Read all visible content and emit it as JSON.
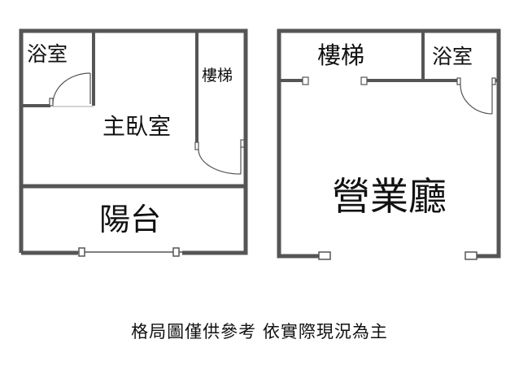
{
  "colors": {
    "wall": "#555555",
    "door": "#555555",
    "text": "#111111",
    "background": "#ffffff"
  },
  "left_unit": {
    "rooms": {
      "bathroom": "浴室",
      "master_bedroom": "主臥室",
      "stairs": "樓梯",
      "balcony": "陽台"
    }
  },
  "right_unit": {
    "rooms": {
      "stairs": "樓梯",
      "bathroom": "浴室",
      "business_hall": "營業廳"
    }
  },
  "caption": "格局圖僅供參考 依實際現況為主"
}
